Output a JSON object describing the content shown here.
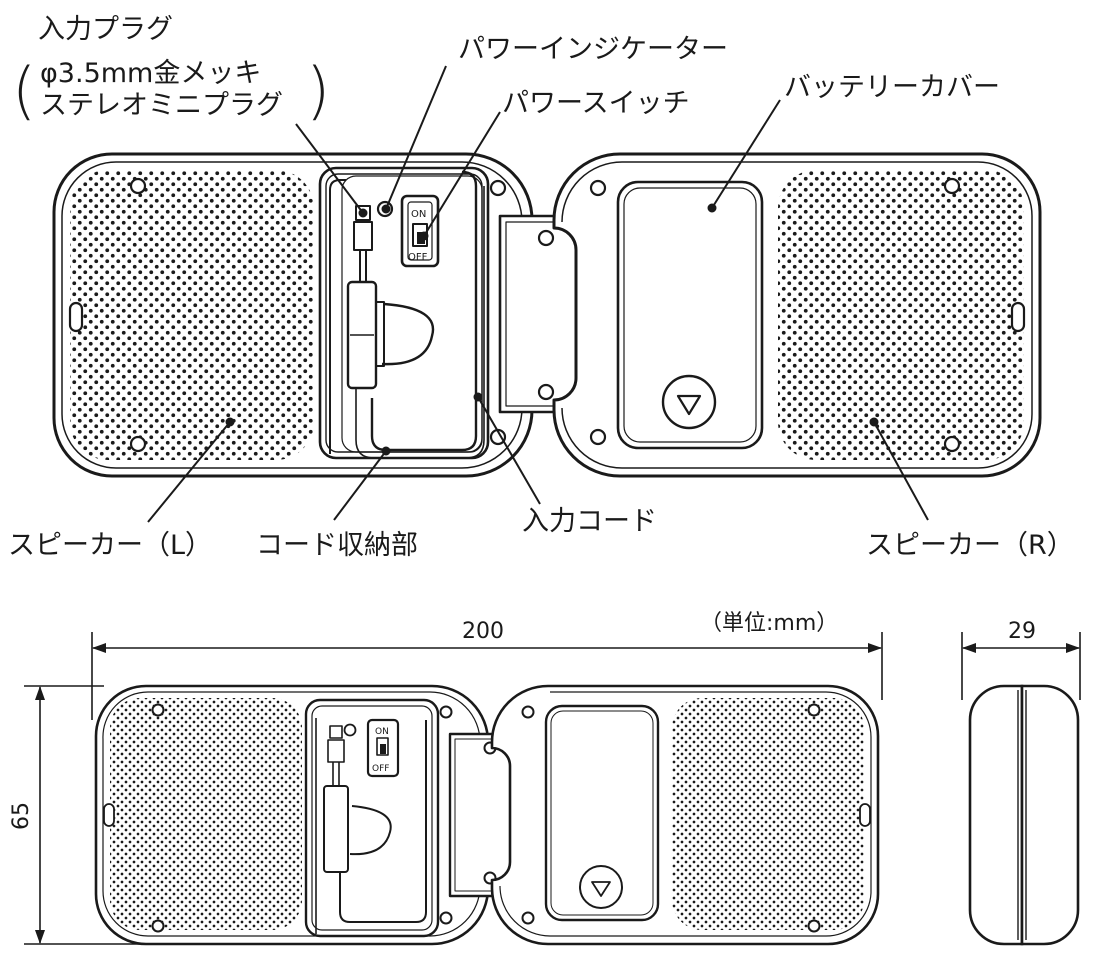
{
  "labels": {
    "input_plug": "入力プラグ",
    "input_plug_spec_1": "φ3.5mm金メッキ",
    "input_plug_spec_2": "ステレオミニプラグ",
    "power_indicator": "パワーインジケーター",
    "power_switch": "パワースイッチ",
    "battery_cover": "バッテリーカバー",
    "speaker_left": "スピーカー（L）",
    "cord_storage": "コード収納部",
    "input_cord": "入力コード",
    "speaker_right": "スピーカー（R）"
  },
  "switch": {
    "on_label": "ON",
    "off_label": "OFF"
  },
  "dimensions": {
    "unit_note": "（単位:mm）",
    "width": "200",
    "height": "65",
    "depth": "29"
  },
  "colors": {
    "line": "#1a1a1a",
    "background": "#ffffff"
  },
  "icons": [
    "down-triangle-icon",
    "grille-hole-pattern"
  ]
}
